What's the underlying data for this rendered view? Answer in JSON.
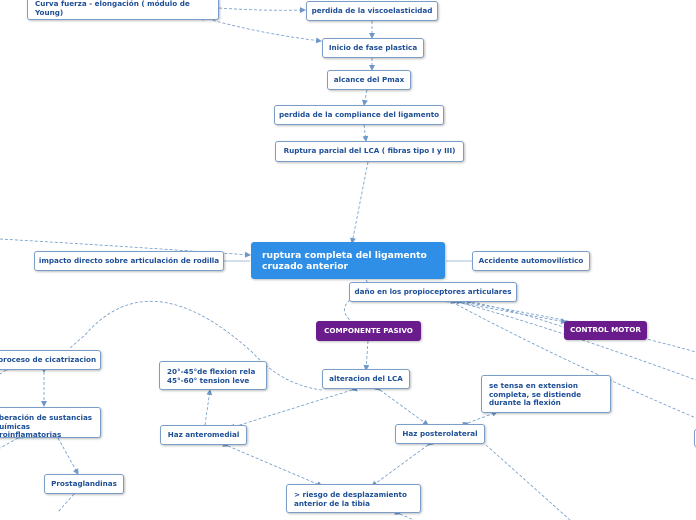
{
  "colors": {
    "link": "#6e98c8",
    "node_text": "#1d4e96",
    "central_bg": "#2f8fe6",
    "purple_bg": "#6a1b8c"
  },
  "nodes": {
    "curva": "Curva fuerza - elongación ( módulo de Young)",
    "viscoelasticidad": "perdida de la viscoelasticidad",
    "fase_plastica": "Inicio de fase plastica",
    "pmax": "alcance del Pmax",
    "compliance": "perdida de la compliance del ligamento",
    "parcial": "Ruptura parcial del LCA ( fibras tipo I y III)",
    "central": "ruptura completa del ligamento cruzado anterior",
    "impacto": "impacto directo sobre articulación de rodilla",
    "accidente": "Accidente automovilístico",
    "propioceptores": "daño en los propioceptores articulares",
    "pasivo": "COMPONENTE PASIVO",
    "motor": "CONTROL MOTOR",
    "cicatrizacion": "proceso de cicatrizacion",
    "sustancias": "liberación de sustancias químicas proinflamatorias",
    "prostaglandinas": "Prostaglandinas",
    "flexion": "20°-45°de flexion  rela 45°-60° tension leve",
    "alteracion": "alteracion del LCA",
    "tensa": "se tensa en extension completa, se distiende durante la flexión",
    "anteromedial": "Haz anteromedial",
    "posterolateral": "Haz posterolateral",
    "riesgo": "> riesgo de desplazamiento anterior de la tibia"
  }
}
